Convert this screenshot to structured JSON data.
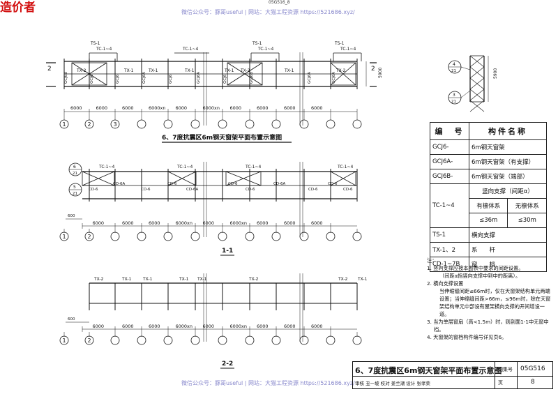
{
  "stamp": "造价者",
  "top_code": "05G516_8",
  "watermark": "微信公众号：豚哥useful  |  网站：大猫工程资源 https://521686.xyz/",
  "plan1": {
    "title": "6、7度抗震区6m钢天窗架平面布置示意图",
    "dims": [
      "6000",
      "6000",
      "6000",
      "6000xn",
      "6000",
      "6000xn",
      "6000",
      "6000",
      "6000",
      "6000"
    ],
    "axes": [
      "1",
      "2",
      "3"
    ],
    "tx_labels": [
      "TX-2",
      "TX-1",
      "TX-1",
      "TX-1",
      "TX-1",
      "TX-2",
      "TX-1",
      "TX-2"
    ],
    "gcj_labels": [
      "GCJ6B",
      "GCJ6",
      "GCJ6",
      "GCJ6A",
      "GCJ6",
      "GCJ6A",
      "GCJ6",
      "GCJ6B",
      "GCJ6A",
      "GCJ6A"
    ],
    "ts": "TS-1",
    "tc": "TC-1~4",
    "section": "2",
    "depth": "5900"
  },
  "plan2": {
    "title": "1-1",
    "dims": [
      "6000",
      "6000",
      "6000",
      "6000xn",
      "6000",
      "6000xn",
      "6000",
      "6000",
      "6000"
    ],
    "tc": "TC-1~4",
    "cd_labels": [
      "CD-6",
      "CD-6A",
      "CD-6",
      "CD-6",
      "CD-6A",
      "CD-6",
      "CD-6",
      "CD-6A",
      "CD-6",
      "CD-6",
      "CD-6"
    ],
    "side_dim": "600",
    "circle_top": "6",
    "circle_top_sub": "21",
    "circle_bot": "5",
    "circle_bot_sub": "21",
    "axes": [
      "1",
      "2"
    ]
  },
  "plan3": {
    "title": "2-2",
    "tx_labels": [
      "TX-2",
      "TX-1",
      "TX-1",
      "TX-1",
      "TX-1",
      "TX-2",
      "TX-2",
      "TX-1"
    ],
    "dims": [
      "6000",
      "6000",
      "6000",
      "6000xn",
      "6000",
      "6000xn",
      "6000",
      "6000",
      "6000"
    ],
    "side_dim": "600",
    "axes": [
      "1",
      "2"
    ]
  },
  "detail": {
    "depth": "5900",
    "circle_top": "4",
    "circle_top_sub": "21",
    "circle_bot": "3",
    "circle_bot_sub": "21"
  },
  "legend": {
    "head_code": "编　号",
    "head_name": "构件名称",
    "rows": [
      {
        "code": "GCJ6-",
        "name": "6m钢天窗架"
      },
      {
        "code": "GCJ6A-",
        "name": "6m钢天窗架（有支撑）"
      },
      {
        "code": "GCJ6B-",
        "name": "6m钢天窗架（端部）"
      },
      {
        "code": "TC-1~4",
        "name": "竖向支撑（间距α）"
      },
      {
        "code": "TS-1",
        "name": "横向支撑"
      },
      {
        "code": "TX-1、2",
        "name": "系　　杆"
      },
      {
        "code": "CD-1~7B",
        "name": "窗　　档"
      }
    ],
    "tc_has": "有檩体系",
    "tc_no": "无檩体系",
    "tc_has_val": "≤36m",
    "tc_no_val": "≤30m"
  },
  "notes": {
    "head": "注：",
    "items": [
      "1. 竖向支撑应按本图表中要求的间距设置。",
      "（间距α指竖向支撑中到中的距离）。",
      "2. 横向支撑设置",
      "当伸缩缝间距≤66m时，仅在天窗架结构单元两端设置；当伸缩缝间距>66m，≤96m时，除在天窗架结构单元中部设有屋架横向支撑的开间增设一道。",
      "3. 当为单层窗扇（高<1.5m）时，则剖面1-1中无窗中档。",
      "4. 天窗架的窗档构件编号详见页6。"
    ]
  },
  "titleblock": {
    "title": "6、7度抗震区6m钢天窗架平面布置示意图",
    "atlas_label": "图集号",
    "atlas_no": "05G516",
    "page_label": "页",
    "page_no": "8",
    "signatures": "审核 丑一坡 校对 姜兰潮 设计 张孝荣"
  }
}
